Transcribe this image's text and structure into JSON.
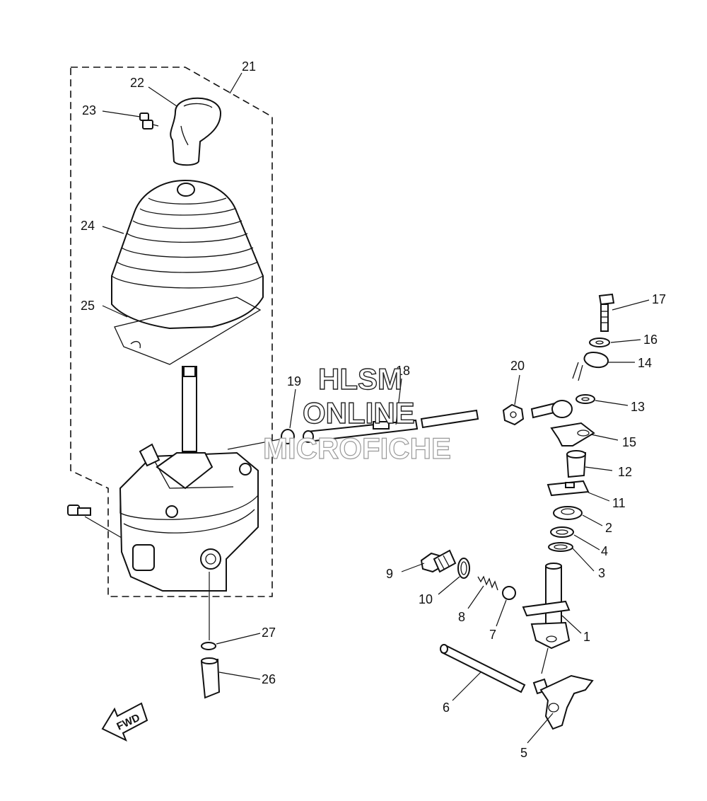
{
  "diagram": {
    "part_labels": [
      "1",
      "2",
      "3",
      "4",
      "5",
      "6",
      "7",
      "8",
      "9",
      "10",
      "11",
      "12",
      "13",
      "14",
      "15",
      "16",
      "17",
      "18",
      "19",
      "20",
      "21",
      "22",
      "23",
      "24",
      "25",
      "26",
      "27"
    ],
    "direction_label": "FWD",
    "watermark": {
      "line1": "HLSM",
      "line2": "ONLINE",
      "line3": "MICROFICHE"
    }
  }
}
